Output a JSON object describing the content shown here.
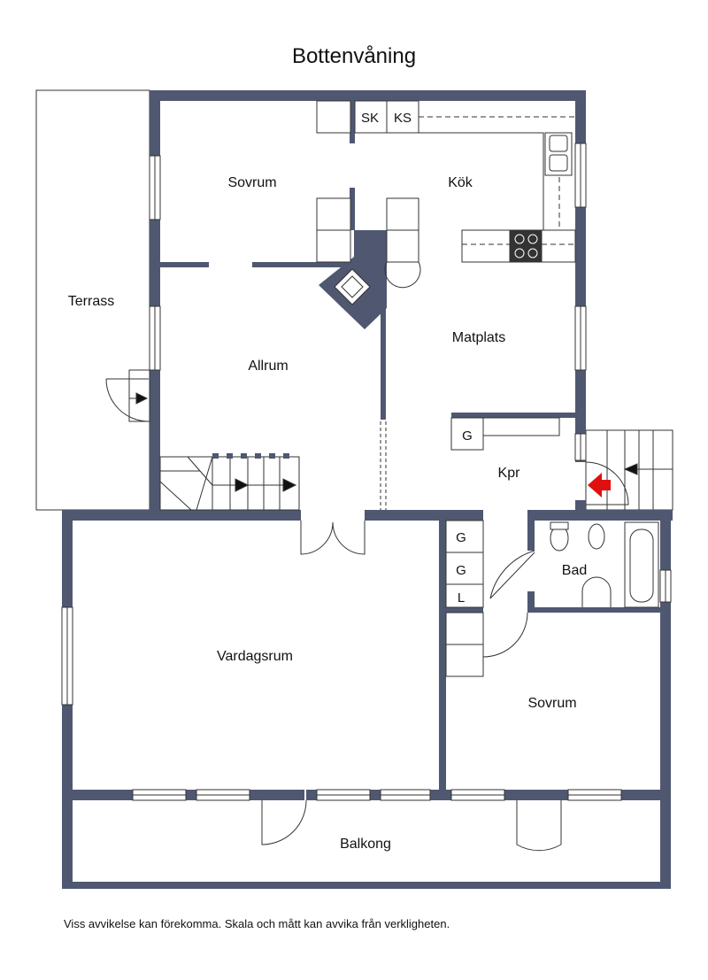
{
  "title": "Bottenvåning",
  "disclaimer": "Viss avvikelse kan förekomma. Skala och mått kan avvika från verkligheten.",
  "rooms": {
    "terrass": "Terrass",
    "sovrum_top": "Sovrum",
    "kok": "Kök",
    "allrum": "Allrum",
    "matplats": "Matplats",
    "kpr": "Kpr",
    "bad": "Bad",
    "vardagsrum": "Vardagsrum",
    "sovrum_bottom": "Sovrum",
    "balkong": "Balkong"
  },
  "fixtures": {
    "sk": "SK",
    "ks": "KS",
    "g_kpr": "G",
    "g1": "G",
    "g2": "G",
    "l": "L"
  },
  "colors": {
    "wall": "#4f5870",
    "line": "#333333",
    "entrance_arrow": "#e01010"
  }
}
